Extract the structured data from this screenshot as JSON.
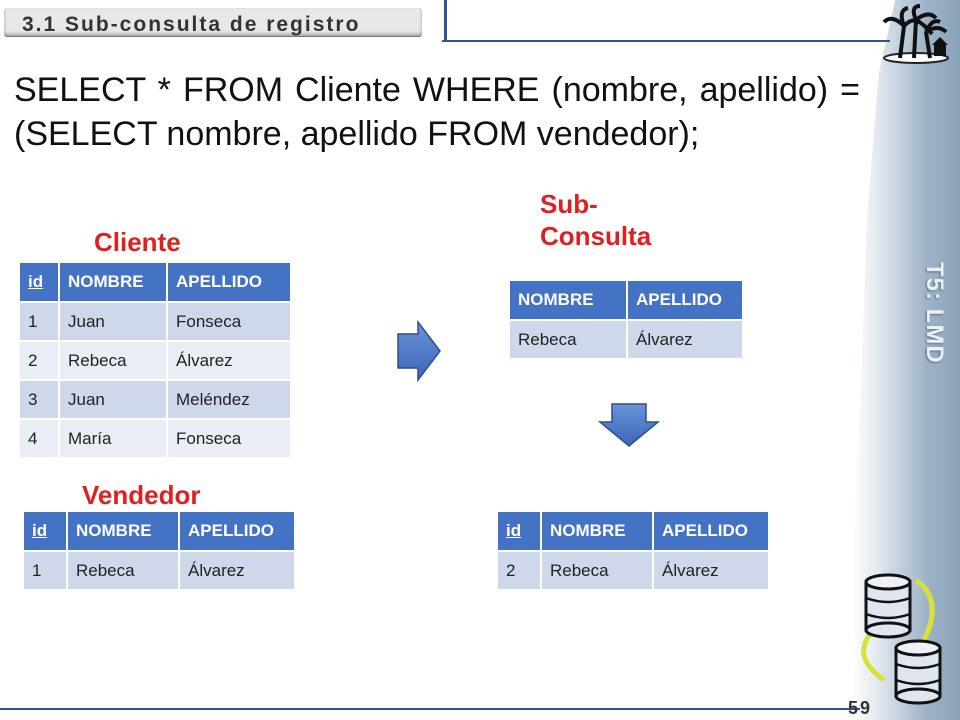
{
  "slide": {
    "title": "3.1 Sub-consulta de registro",
    "section": "T5: LMD",
    "page_number": "59",
    "sql_text": "SELECT * FROM Cliente WHERE (nombre, apellido) = (SELECT nombre, apellido FROM vendedor);"
  },
  "captions": {
    "cliente": "Cliente",
    "vendedor": "Vendedor",
    "subconsulta_line1": "Sub-",
    "subconsulta_line2": "Consulta"
  },
  "tables": {
    "cliente": {
      "headers": [
        "id",
        "NOMBRE",
        "APELLIDO"
      ],
      "rows": [
        [
          "1",
          "Juan",
          "Fonseca"
        ],
        [
          "2",
          "Rebeca",
          "Álvarez"
        ],
        [
          "3",
          "Juan",
          "Meléndez"
        ],
        [
          "4",
          "María",
          "Fonseca"
        ]
      ]
    },
    "vendedor": {
      "headers": [
        "id",
        "NOMBRE",
        "APELLIDO"
      ],
      "rows": [
        [
          "1",
          "Rebeca",
          "Álvarez"
        ]
      ]
    },
    "subconsulta": {
      "headers": [
        "NOMBRE",
        "APELLIDO"
      ],
      "rows": [
        [
          "Rebeca",
          "Álvarez"
        ]
      ]
    },
    "resultado": {
      "headers": [
        "id",
        "NOMBRE",
        "APELLIDO"
      ],
      "rows": [
        [
          "2",
          "Rebeca",
          "Álvarez"
        ]
      ]
    }
  },
  "colors": {
    "header": "#4472c4",
    "caption": "#e02020",
    "arrow": "#4472c4",
    "line": "#2f5496"
  },
  "icons": [
    "palm-tree-logo-icon",
    "right-arrow-icon",
    "down-arrow-icon",
    "database-icon"
  ]
}
